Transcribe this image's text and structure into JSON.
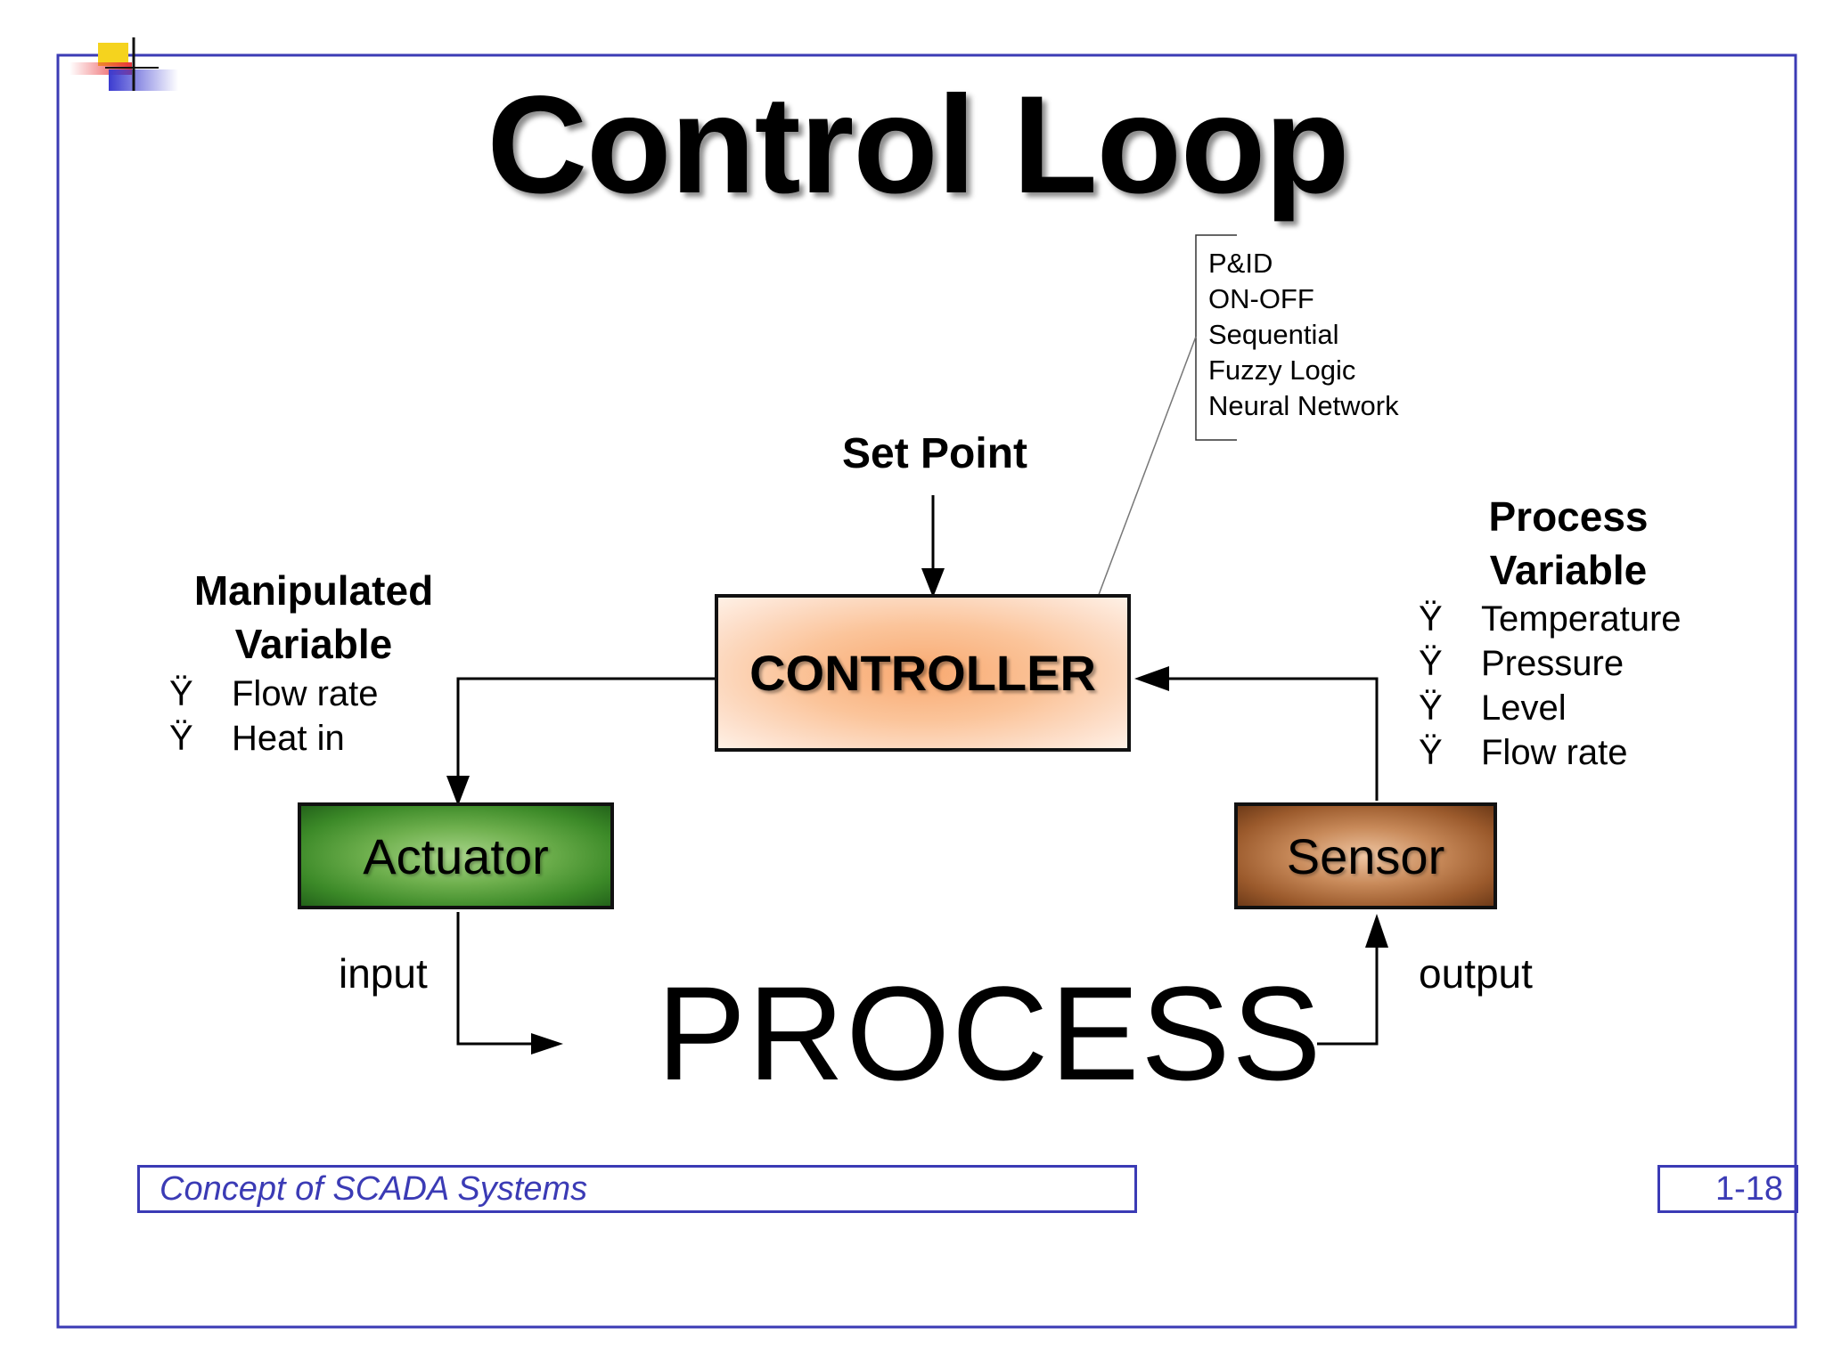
{
  "slide": {
    "title": "Control Loop",
    "process_label": "PROCESS",
    "set_point_label": "Set Point",
    "control_methods": [
      "P&ID",
      "ON-OFF",
      "Sequential",
      "Fuzzy Logic",
      "Neural Network"
    ],
    "controller_label": "CONTROLLER",
    "actuator_label": "Actuator",
    "sensor_label": "Sensor",
    "input_label": "input",
    "output_label": "output",
    "manipulated_variable": {
      "heading_line1": "Manipulated",
      "heading_line2": "Variable",
      "bullet_glyph": "Ÿ",
      "items": [
        "Flow rate",
        "Heat in"
      ]
    },
    "process_variable": {
      "heading_line1": "Process",
      "heading_line2": "Variable",
      "bullet_glyph": "Ÿ",
      "items": [
        "Temperature",
        "Pressure",
        "Level",
        "Flow rate"
      ]
    },
    "footer": {
      "course": "Concept of SCADA Systems",
      "page": "1-18"
    }
  },
  "colors": {
    "frame": "#3b3bb5",
    "controller_fill": "#f8a970",
    "actuator_fill": "#3c8a28",
    "sensor_fill": "#9b5a2c",
    "logo_yellow": "#f5d31e",
    "logo_red": "#e8343a",
    "logo_blue": "#3b3bd0"
  }
}
